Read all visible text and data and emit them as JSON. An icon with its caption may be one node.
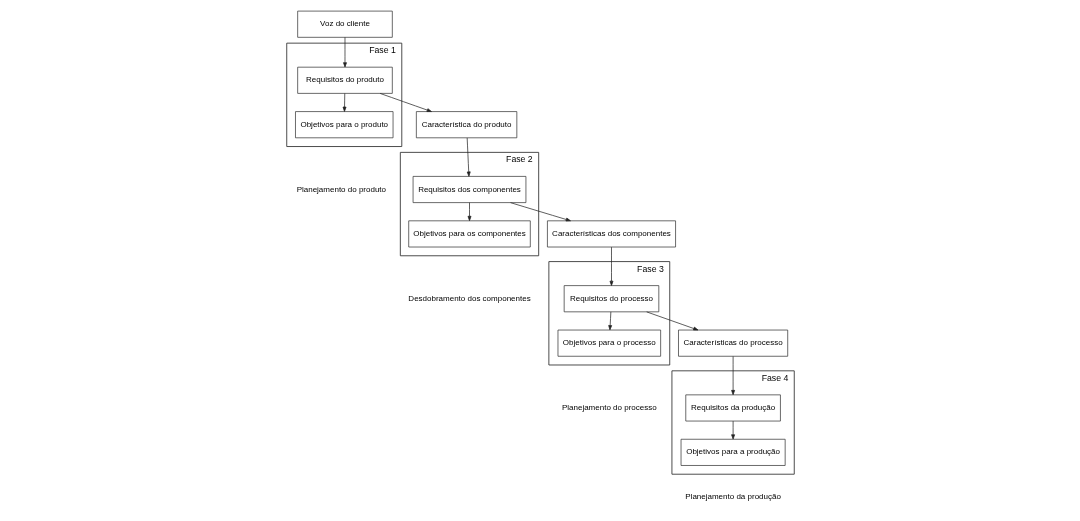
{
  "diagram": {
    "nodes": [
      {
        "text": [
          "Fase 1"
        ]
      },
      {
        "text": [
          "Requisitos do produto"
        ],
        "in": 0
      },
      {
        "text": [
          "Objetivos para o produto"
        ],
        "in": 0
      },
      {
        "text": [
          "Voz do cliente"
        ]
      },
      {
        "text": [
          "Fase 2"
        ]
      },
      {
        "text": [
          "Requisitos dos componentes"
        ],
        "in": 4
      },
      {
        "text": [
          "Objetivos para os componentes"
        ],
        "in": 4
      },
      {
        "text": [
          "Característica do produto"
        ]
      },
      {
        "text": [
          "Fase 3"
        ]
      },
      {
        "text": [
          "Requisitos do processo"
        ],
        "in": 8
      },
      {
        "text": [
          "Objetivos para o processo"
        ],
        "in": 8
      },
      {
        "text": [
          "Características dos componentes"
        ]
      },
      {
        "text": [
          "Fase 4"
        ]
      },
      {
        "text": [
          "Requisitos da produção"
        ],
        "in": 12
      },
      {
        "text": [
          "Objetivos para a produção"
        ],
        "in": 12
      },
      {
        "text": [
          "Características do processo"
        ]
      }
    ],
    "edges": [
      {
        "from": 3,
        "to": 1,
        "arrow": "to"
      },
      {
        "from": 1,
        "to": 2,
        "arrow": "to"
      },
      {
        "from": 1,
        "to": 7,
        "arrow": "to"
      },
      {
        "from": 7,
        "to": 5,
        "arrow": "to"
      },
      {
        "from": 5,
        "to": 6,
        "arrow": "to"
      },
      {
        "from": 5,
        "to": 11,
        "arrow": "to"
      },
      {
        "from": 11,
        "to": 9,
        "arrow": "to"
      },
      {
        "from": 9,
        "to": 10,
        "arrow": "to"
      },
      {
        "from": 9,
        "to": 15,
        "arrow": "to"
      },
      {
        "from": 15,
        "to": 13,
        "arrow": "to"
      },
      {
        "from": 13,
        "to": 14,
        "arrow": "to"
      }
    ],
    "labels": [
      "Planejamento do produto",
      "Desdobramento dos componentes",
      "Planejamento do processo",
      "Planejamento da produção"
    ]
  }
}
